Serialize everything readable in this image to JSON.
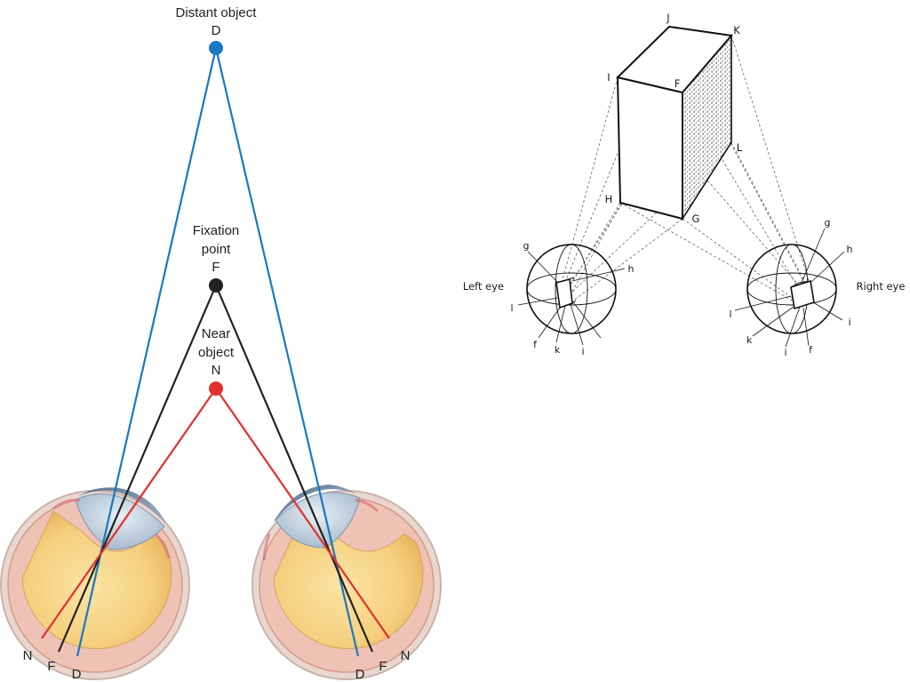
{
  "binocular_fixation": {
    "distant_object": {
      "title": "Distant object",
      "letter": "D",
      "color": "#1a78c2"
    },
    "fixation_point": {
      "title_line1": "Fixation",
      "title_line2": "point",
      "letter": "F",
      "color": "#222222"
    },
    "near_object": {
      "title_line1": "Near",
      "title_line2": "object",
      "letter": "N",
      "color": "#e23030"
    },
    "left_eye_retina_labels": {
      "n": "N",
      "f": "F",
      "d": "D"
    },
    "right_eye_retina_labels": {
      "d": "D",
      "f": "F",
      "n": "N"
    }
  },
  "cube_projection": {
    "cube_vertices": {
      "j": "J",
      "k": "K",
      "i": "I",
      "f": "F",
      "l": "L",
      "h": "H",
      "g": "G"
    },
    "left_eye": {
      "caption": "Left eye",
      "labels": {
        "g": "g",
        "h": "h",
        "l": "l",
        "f": "f",
        "k": "k",
        "i": "i"
      }
    },
    "right_eye": {
      "caption": "Right eye",
      "labels": {
        "g": "g",
        "h": "h",
        "l": "l",
        "k": "k",
        "i_lower": "i",
        "f": "f",
        "i_right": "i"
      }
    }
  }
}
